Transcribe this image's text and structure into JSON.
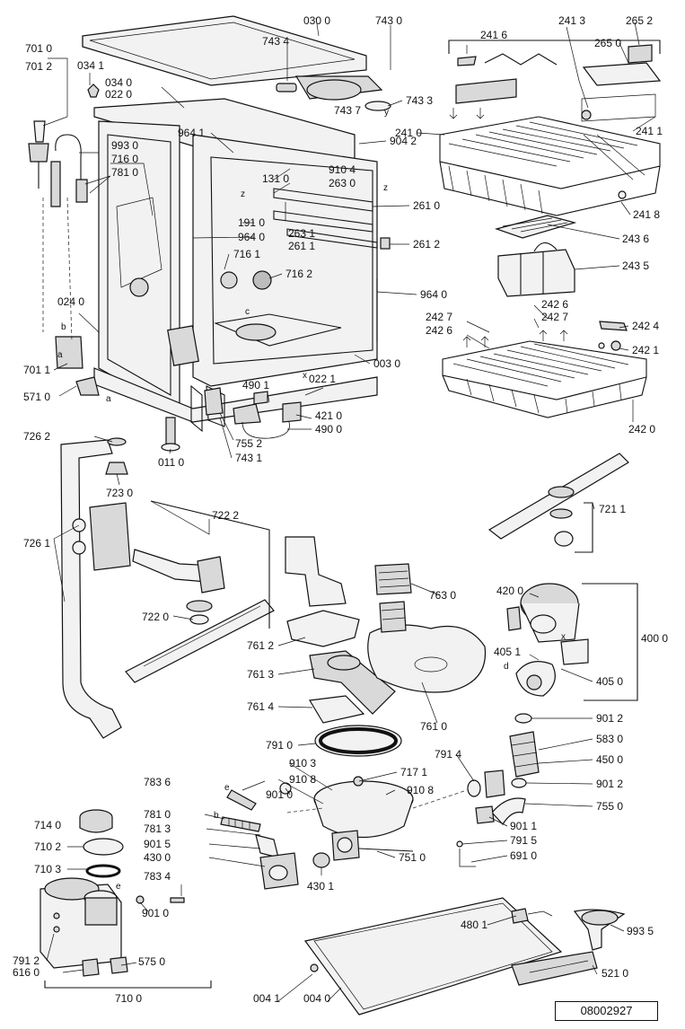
{
  "diagram": {
    "document_code": "08002927",
    "labels": {
      "p0300": "030 0",
      "p7430": "743 0",
      "p7434": "743 4",
      "p7433": "743 3",
      "p7437": "743 7",
      "p7010": "701 0",
      "p7012": "701 2",
      "p0341": "034 1",
      "p0340": "034 0",
      "p0220": "022 0",
      "p9930": "993 0",
      "p7160": "716 0",
      "p7810": "781 0",
      "p9641": "964 1",
      "p9042": "904 2",
      "p9104": "910 4",
      "p1310": "131 0",
      "p2630": "263 0",
      "p2610": "261 0",
      "p1910": "191 0",
      "p9640": "964 0",
      "p2631": "263 1",
      "p2611": "261 1",
      "p2612": "261 2",
      "p7161": "716 1",
      "p7162": "716 2",
      "p9640b": "964 0",
      "p0240": "024 0",
      "p0030": "003 0",
      "p7011": "701 1",
      "p5710": "571 0",
      "p4901": "490 1",
      "p0221": "022 1",
      "p4210": "421 0",
      "p4900": "490 0",
      "p7552": "755 2",
      "p7431": "743 1",
      "p0110": "011 0",
      "p2416": "241 6",
      "p2413": "241 3",
      "p2652": "265 2",
      "p2650": "265 0",
      "p2410": "241 0",
      "p2411": "241 1",
      "p2418": "241 8",
      "p2436": "243 6",
      "p2435": "243 5",
      "p2427": "242 7",
      "p2426": "242 6",
      "p2426b": "242 6",
      "p2427b": "242 7",
      "p2424": "242 4",
      "p2421": "242 1",
      "p2420": "242 0",
      "p7262": "726 2",
      "p7230": "723 0",
      "p7222": "722 2",
      "p7261": "726 1",
      "p7220": "722 0",
      "p7211": "721 1",
      "p7630": "763 0",
      "p4200": "420 0",
      "p4000": "400 0",
      "p4051": "405 1",
      "p4050": "405 0",
      "p7612": "761 2",
      "p7613": "761 3",
      "p7614": "761 4",
      "p7610": "761 0",
      "p7910": "791 0",
      "p9012": "901 2",
      "p5830": "583 0",
      "p7914": "791 4",
      "p4500": "450 0",
      "p9103": "910 3",
      "p7171": "717 1",
      "p9108": "910 8",
      "p9108b": "910 8",
      "p7836": "783 6",
      "p9010": "901 0",
      "p9012b": "901 2",
      "p7550": "755 0",
      "p7810b": "781 0",
      "p9011": "901 1",
      "p7140": "714 0",
      "p7813": "781 3",
      "p7915": "791 5",
      "p7102": "710 2",
      "p9015": "901 5",
      "p6910": "691 0",
      "p4300": "430 0",
      "p7510": "751 0",
      "p7103": "710 3",
      "p7834": "783 4",
      "p4301": "430 1",
      "p9010b": "901 0",
      "p4801": "480 1",
      "p9935": "993 5",
      "p7912": "791 2",
      "p5750": "575 0",
      "p6160": "616 0",
      "p5210": "521 0",
      "p0041": "004 1",
      "p0040": "004 0",
      "p7100": "710 0"
    },
    "letters": {
      "a1": "a",
      "b1": "b",
      "a2": "a",
      "c1": "c",
      "x1": "x",
      "z1": "z",
      "z2": "z",
      "y1": "y",
      "b2": "b",
      "e1": "e",
      "e2": "e",
      "d1": "d",
      "x2": "x"
    }
  }
}
